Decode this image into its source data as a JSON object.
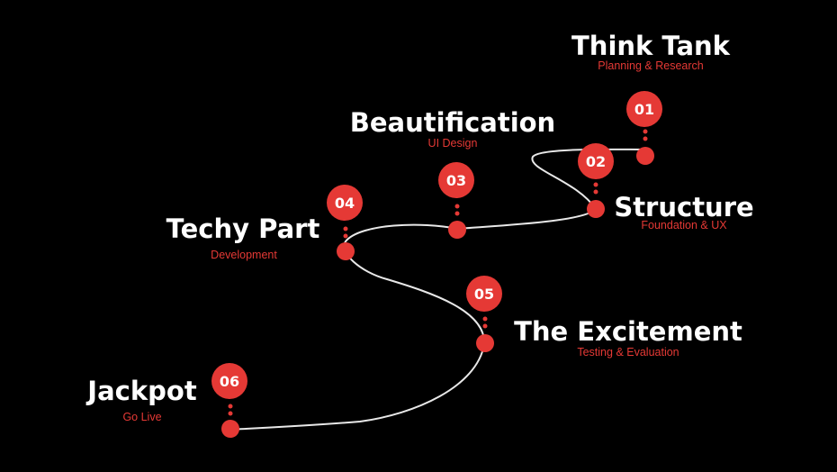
{
  "colors": {
    "background": "#000000",
    "accent": "#e53935",
    "title": "#ffffff",
    "path": "#e8e8e8"
  },
  "steps": [
    {
      "number": "01",
      "title": "Think Tank",
      "subtitle": "Planning & Research"
    },
    {
      "number": "02",
      "title": "Structure",
      "subtitle": "Foundation & UX"
    },
    {
      "number": "03",
      "title": "Beautification",
      "subtitle": "UI Design"
    },
    {
      "number": "04",
      "title": "Techy Part",
      "subtitle": "Development"
    },
    {
      "number": "05",
      "title": "The Excitement",
      "subtitle": "Testing & Evaluation"
    },
    {
      "number": "06",
      "title": "Jackpot",
      "subtitle": "Go Live"
    }
  ]
}
